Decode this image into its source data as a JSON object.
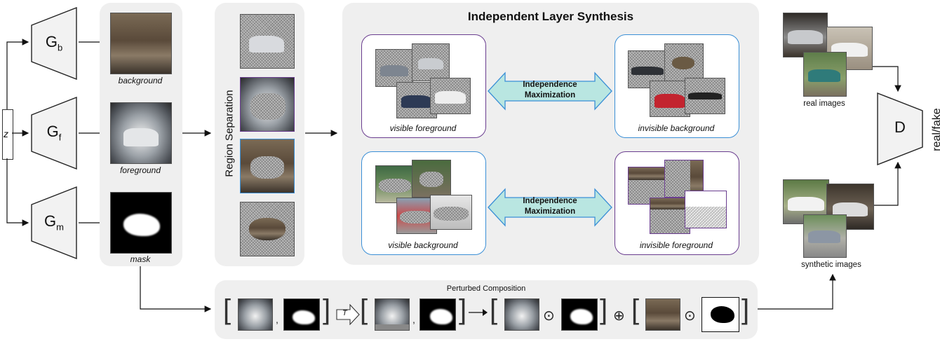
{
  "generators": {
    "background": {
      "letter": "G",
      "sub": "b"
    },
    "foreground": {
      "letter": "G",
      "sub": "f"
    },
    "mask": {
      "letter": "G",
      "sub": "m"
    }
  },
  "latent": "z",
  "outputs": {
    "background": "background",
    "foreground": "foreground",
    "mask": "mask"
  },
  "region_separation": "Region Separation",
  "synthesis": {
    "title": "Independent Layer Synthesis",
    "top_left": "visible foreground",
    "top_right": "invisible background",
    "bottom_left": "visible background",
    "bottom_right": "invisible foreground",
    "independence_label": "Independence Maximization"
  },
  "perturbed": {
    "title": "Perturbed Composition",
    "transform": "T",
    "odot": "⊙",
    "oplus": "⊕"
  },
  "discriminator": {
    "letter": "D",
    "output": "real/fake",
    "real": "real images",
    "synthetic": "synthetic images"
  },
  "colors": {
    "purple": "#6a3d8f",
    "blue": "#3a8fd6",
    "teal": "#b9e6e1",
    "panel": "#efefef"
  }
}
